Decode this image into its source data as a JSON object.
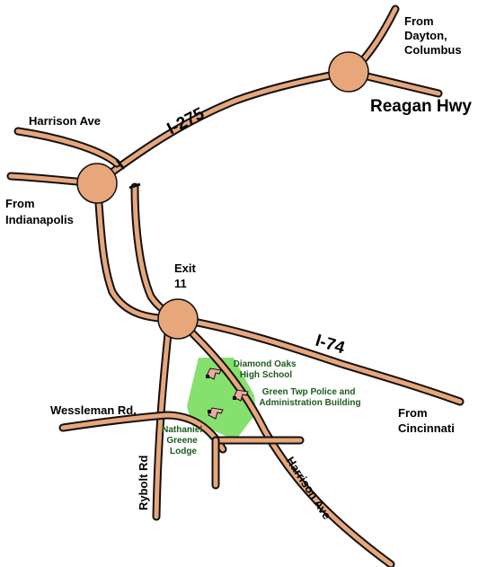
{
  "colors": {
    "road_fill": "#e7a77b",
    "road_outline": "#111111",
    "park": "#86e06e",
    "facility_text": "#1e5b1e",
    "building": "#f0a8a0"
  },
  "roads": {
    "i275": "I-275",
    "i74": "I-74",
    "reagan": "Reagan Hwy",
    "harrison_north": "Harrison Ave",
    "harrison_south": "Harrison Ave",
    "wessleman": "Wessleman Rd.",
    "rybolt": "Rybolt Rd"
  },
  "directions": {
    "dayton": [
      "From",
      "Dayton,",
      "Columbus"
    ],
    "indianapolis": [
      "From",
      "Indianapolis"
    ],
    "cincinnati": [
      "From",
      "Cincinnati"
    ]
  },
  "exit": [
    "Exit",
    "11"
  ],
  "facilities": {
    "school": [
      "Diamond Oaks",
      "High School"
    ],
    "police": [
      "Green Twp Police and",
      "Administration Building"
    ],
    "lodge": [
      "Nathaniel",
      "Greene",
      "Lodge"
    ]
  }
}
